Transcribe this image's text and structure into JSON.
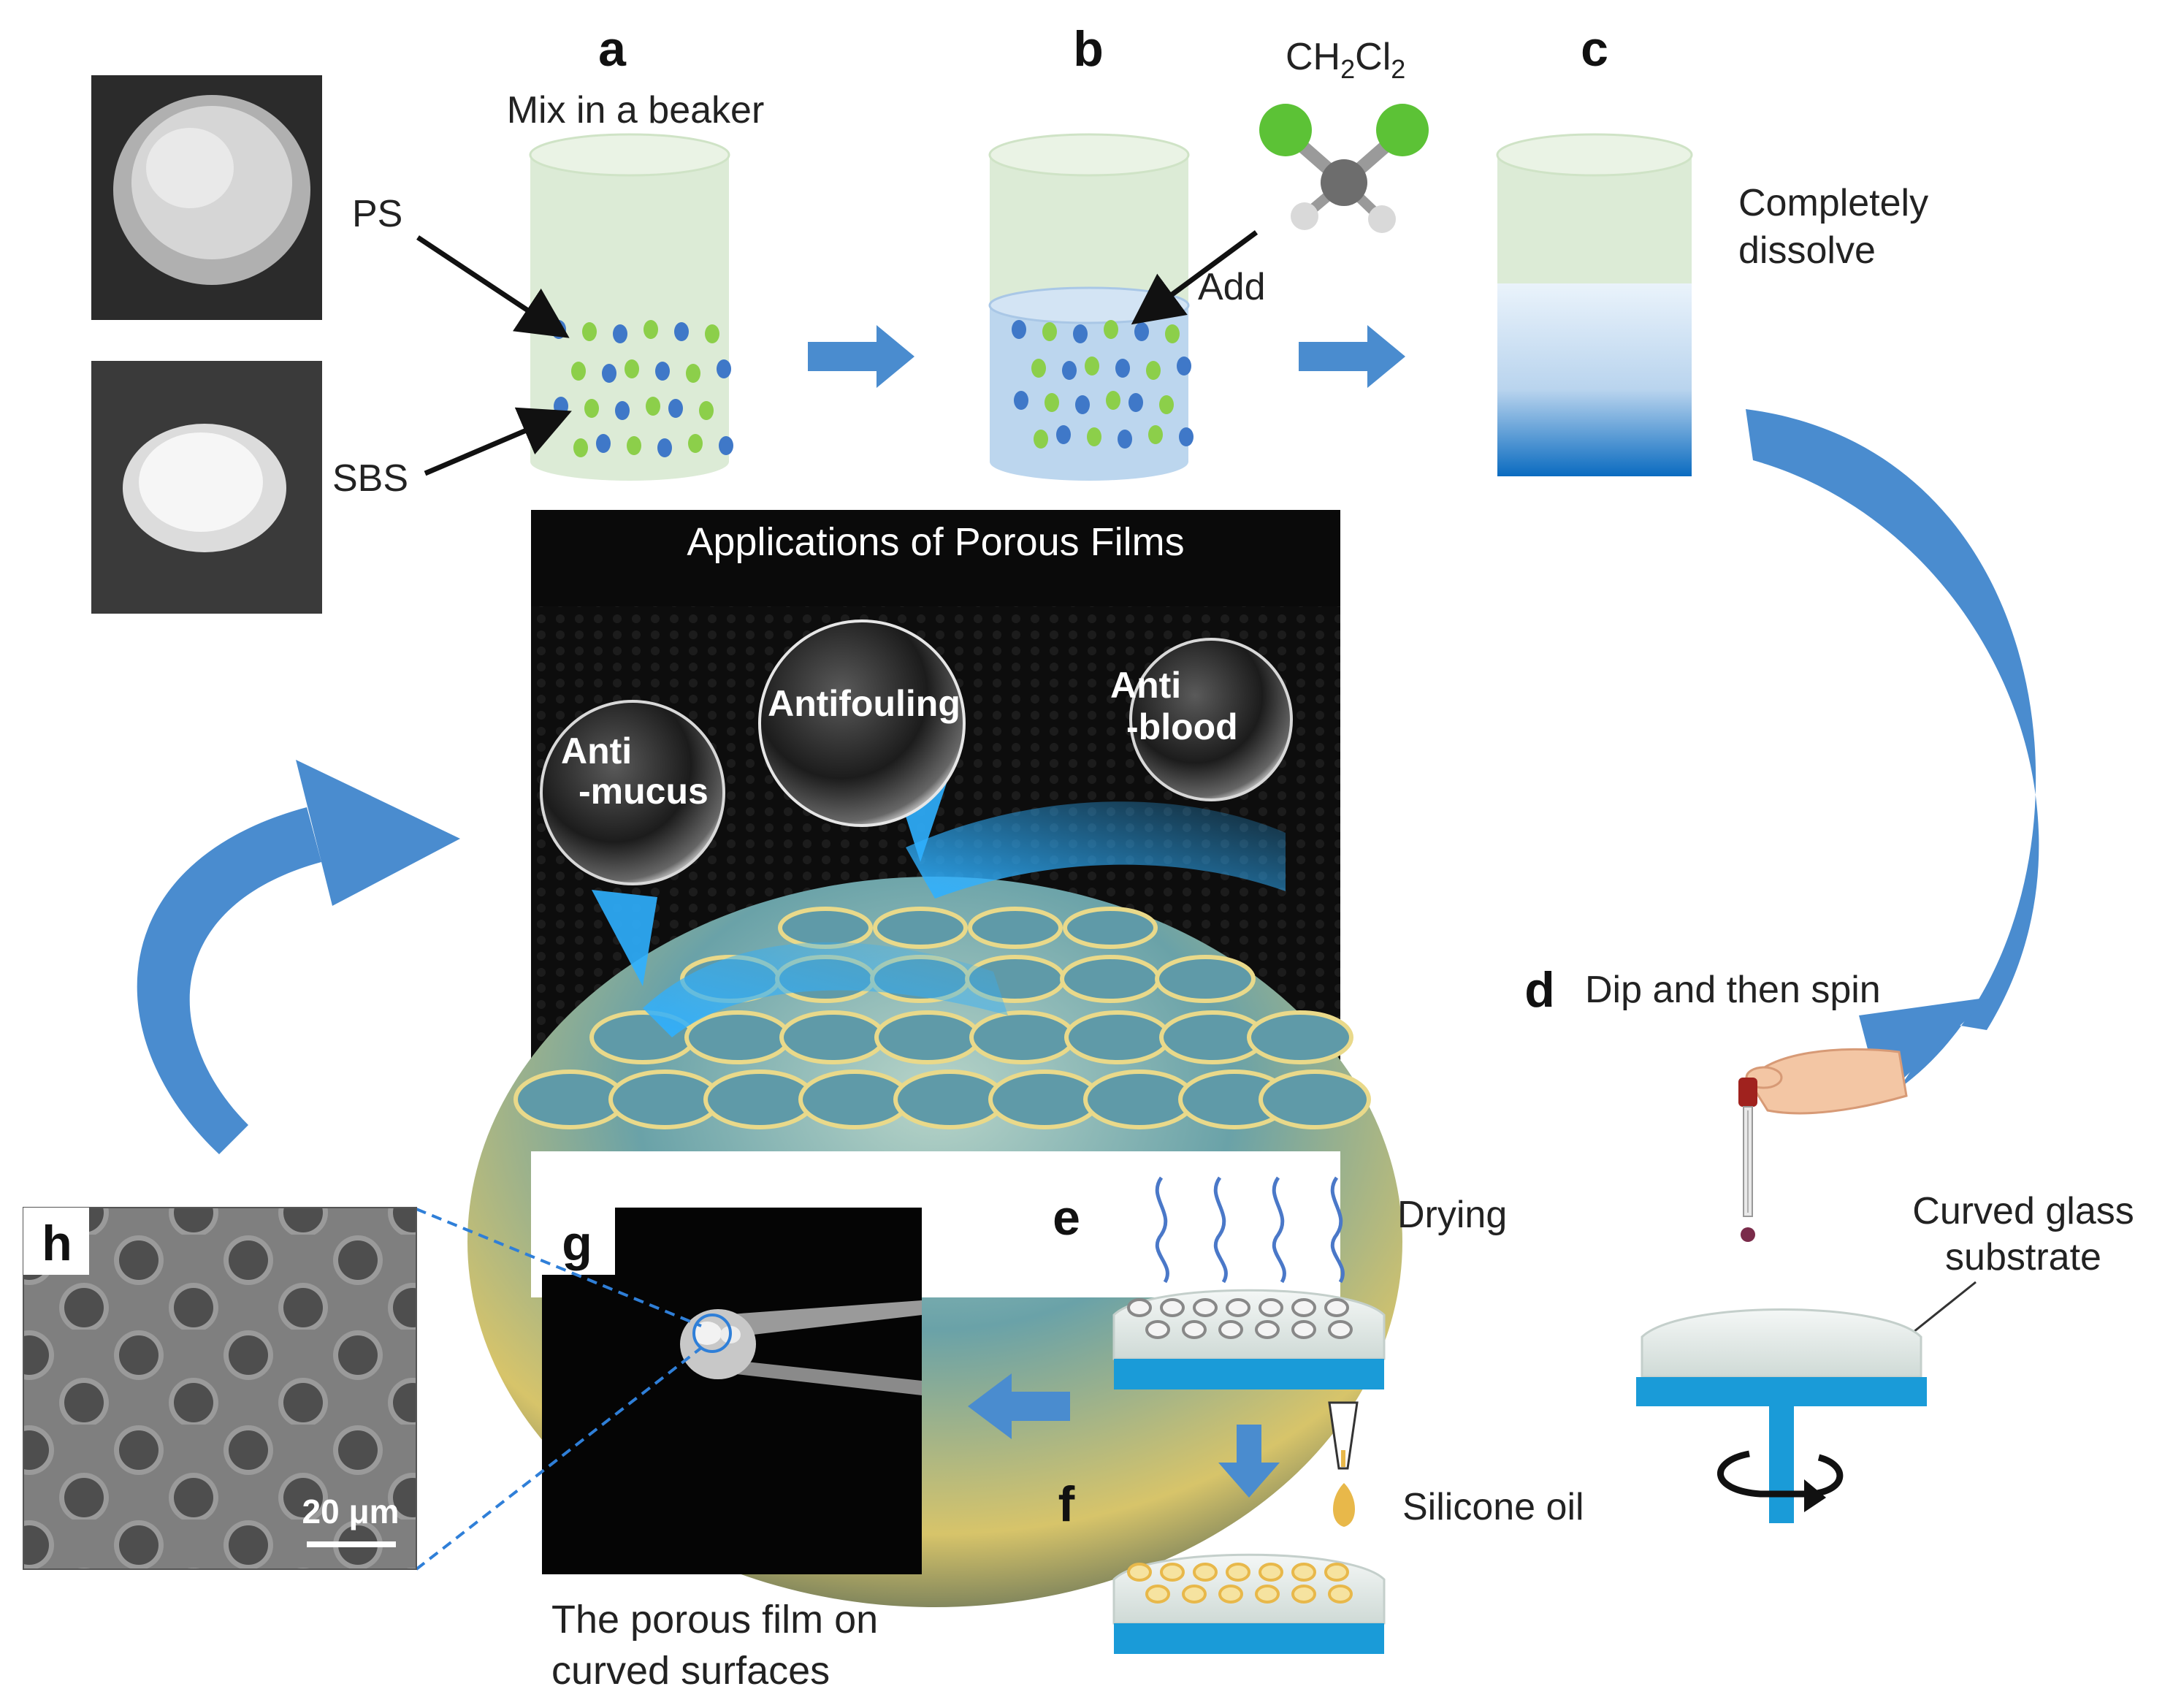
{
  "panels": {
    "a": {
      "letter": "a",
      "caption": "Mix in a beaker",
      "label_ps": "PS",
      "label_sbs": "SBS"
    },
    "b": {
      "letter": "b",
      "solvent_main": "CH",
      "solvent_sub1": "2",
      "solvent_cl": "Cl",
      "solvent_sub2": "2",
      "add_label": "Add"
    },
    "c": {
      "letter": "c",
      "caption_line1": "Completely",
      "caption_line2": "dissolve"
    },
    "d": {
      "letter": "d",
      "caption": "Dip and then spin",
      "substrate_line1": "Curved glass",
      "substrate_line2": "substrate"
    },
    "e": {
      "letter": "e",
      "caption": "Drying"
    },
    "f": {
      "letter": "f",
      "caption": "Silicone oil"
    },
    "g": {
      "letter": "g",
      "caption_line1": "The porous film on",
      "caption_line2": "curved surfaces"
    },
    "h": {
      "letter": "h",
      "scale_bar": "20 μm"
    }
  },
  "applications": {
    "title": "Applications of Porous Films",
    "bubble_left_line1": "Anti",
    "bubble_left_line2": "-mucus",
    "bubble_center": "Antifouling",
    "bubble_right_line1": "Anti",
    "bubble_right_line2": "-blood"
  },
  "colors": {
    "arrow_blue": "#4a8ccf",
    "beaker_green": "#dcebd6",
    "solution_blue": "#bcd6ee",
    "deep_blue": "#0a6bc0",
    "ps_blue": "#3f78c8",
    "sbs_green": "#8ccf4a",
    "substrate_blue": "#1a9bd8",
    "oil_yellow": "#e8b84a"
  }
}
